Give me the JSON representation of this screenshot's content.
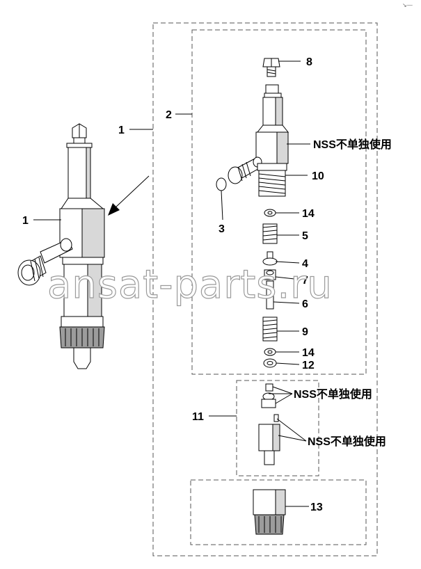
{
  "watermark": "ansat-parts.ru",
  "corner_mark": "↘—",
  "callouts": {
    "assembly_left": "1",
    "assembly_frame": "1",
    "sub_frame": "2",
    "p3": "3",
    "p4": "4",
    "p5": "5",
    "p6": "6",
    "p7": "7",
    "p8": "8",
    "p9": "9",
    "p10": "10",
    "p11": "11",
    "p12": "12",
    "p13": "13",
    "p14a": "14",
    "p14b": "14",
    "nss_body": "NSS不单独使用",
    "nss_pins": "NSS不单独使用",
    "nss_nozzle": "NSS不单独使用"
  }
}
